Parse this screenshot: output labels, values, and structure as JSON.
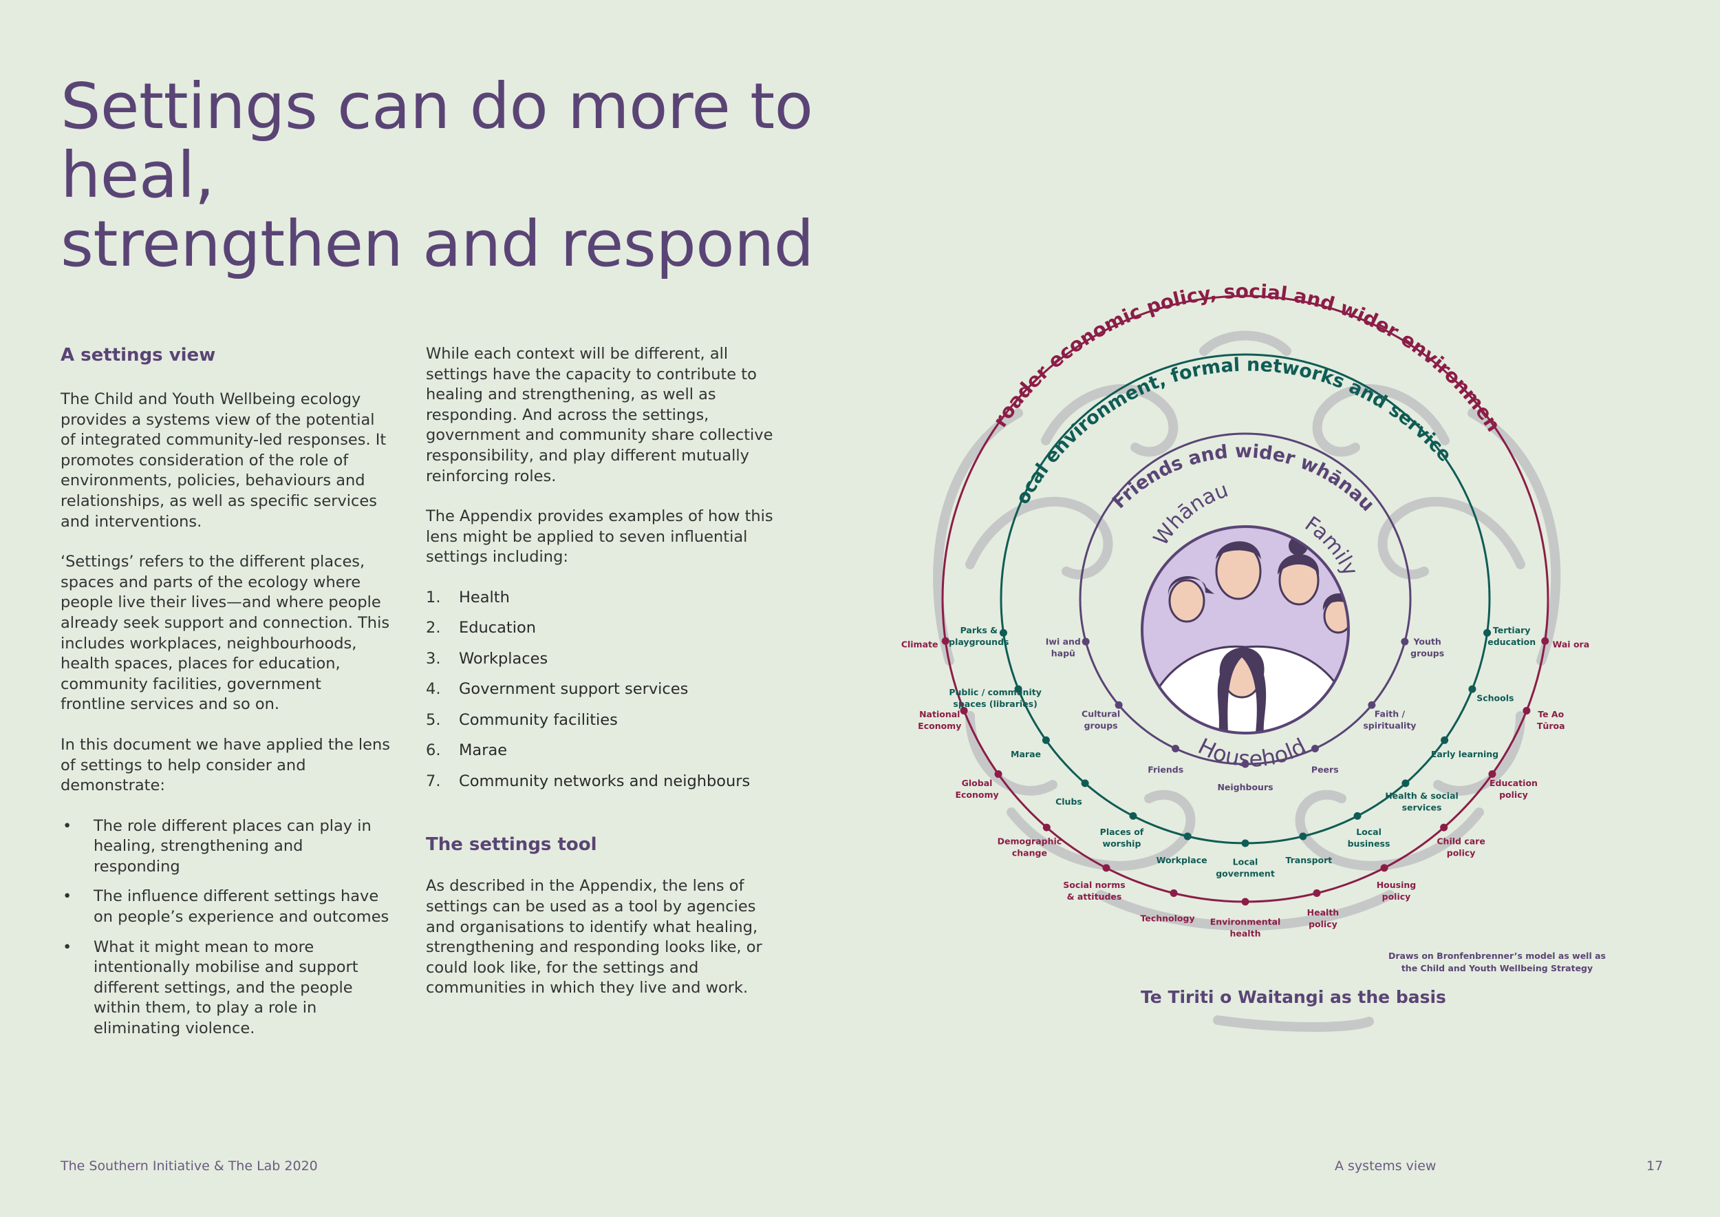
{
  "title": {
    "line1": "Settings can do more to heal,",
    "line2": "strengthen and respond"
  },
  "col1": {
    "heading": "A settings view",
    "p1": "The Child and Youth Wellbeing ecology provides a systems view of the potential of integrated community-led responses. It promotes consideration of the role of environments, policies, behaviours and relationships, as well as specific services and interventions.",
    "p2": "‘Settings’ refers to the different places, spaces and parts of the ecology where people live their lives—and where people already seek support and connection. This includes workplaces, neighbourhoods, health spaces, places for education, community facilities, government frontline services and so on.",
    "p3": "In this document we have applied the lens of settings to help consider and demonstrate:",
    "bullets": [
      "The role different places can play in healing, strengthening and responding",
      "The influence different settings have on people’s experience and outcomes",
      "What it might mean to more intentionally mobilise and support different settings, and the people within them, to play a role in eliminating violence."
    ]
  },
  "col2": {
    "p1": "While each context will be different, all settings have the capacity to contribute to healing and strengthening, as well as responding. And across the settings, government and community share collective responsibility, and play different mutually reinforcing roles.",
    "p2": "The Appendix provides examples of how this lens might be applied to seven influential settings including:",
    "list": [
      {
        "num": "1.",
        "text": "Health"
      },
      {
        "num": "2.",
        "text": "Education"
      },
      {
        "num": "3.",
        "text": "Workplaces"
      },
      {
        "num": "4.",
        "text": "Government support services"
      },
      {
        "num": "5.",
        "text": "Community facilities"
      },
      {
        "num": "6.",
        "text": "Marae"
      },
      {
        "num": "7.",
        "text": "Community networks and neighbours"
      }
    ],
    "heading2": "The settings tool",
    "p3": "As described in the Appendix, the lens of settings can be used as a tool by agencies and organisations to identify what healing, strengthening and responding looks like, or could look like, for the settings and communities in which they live and work."
  },
  "diagram": {
    "colors": {
      "outer": "#8b1d47",
      "middle": "#0f5c55",
      "inner": "#5a4475",
      "core_fill": "#d3c3e4",
      "motif": "#c6c8c8"
    },
    "ring_titles": {
      "outer": "Broader economic policy, social and wider environment",
      "middle": "Local environment, formal networks and services",
      "inner": "Friends and wider whānau"
    },
    "core_labels": {
      "whanau": "Whānau",
      "family": "Family",
      "household": "Household"
    },
    "outer_nodes": [
      {
        "name": "climate",
        "lines": [
          "Climate"
        ]
      },
      {
        "name": "national-economy",
        "lines": [
          "National",
          "Economy"
        ]
      },
      {
        "name": "global-economy",
        "lines": [
          "Global",
          "Economy"
        ]
      },
      {
        "name": "demographic-change",
        "lines": [
          "Demographic",
          "change"
        ]
      },
      {
        "name": "social-norms",
        "lines": [
          "Social norms",
          "& attitudes"
        ]
      },
      {
        "name": "technology",
        "lines": [
          "Technology"
        ]
      },
      {
        "name": "environmental-health",
        "lines": [
          "Environmental",
          "health"
        ]
      },
      {
        "name": "health-policy",
        "lines": [
          "Health",
          "policy"
        ]
      },
      {
        "name": "housing-policy",
        "lines": [
          "Housing",
          "policy"
        ]
      },
      {
        "name": "child-care-policy",
        "lines": [
          "Child care",
          "policy"
        ]
      },
      {
        "name": "education-policy",
        "lines": [
          "Education",
          "policy"
        ]
      },
      {
        "name": "te-ao-turoa",
        "lines": [
          "Te Ao",
          "Tūroa"
        ]
      },
      {
        "name": "wai-ora",
        "lines": [
          "Wai ora"
        ]
      }
    ],
    "middle_nodes": [
      {
        "name": "parks-playgrounds",
        "lines": [
          "Parks &",
          "playgrounds"
        ]
      },
      {
        "name": "public-community-spaces",
        "lines": [
          "Public / community",
          "spaces (libraries)"
        ]
      },
      {
        "name": "marae",
        "lines": [
          "Marae"
        ]
      },
      {
        "name": "clubs",
        "lines": [
          "Clubs"
        ]
      },
      {
        "name": "places-of-worship",
        "lines": [
          "Places of",
          "worship"
        ]
      },
      {
        "name": "workplace",
        "lines": [
          "Workplace"
        ]
      },
      {
        "name": "local-government",
        "lines": [
          "Local",
          "government"
        ]
      },
      {
        "name": "transport",
        "lines": [
          "Transport"
        ]
      },
      {
        "name": "local-business",
        "lines": [
          "Local",
          "business"
        ]
      },
      {
        "name": "health-social-services",
        "lines": [
          "Health & social",
          "services"
        ]
      },
      {
        "name": "early-learning",
        "lines": [
          "Early learning"
        ]
      },
      {
        "name": "schools",
        "lines": [
          "Schools"
        ]
      },
      {
        "name": "tertiary-education",
        "lines": [
          "Tertiary",
          "education"
        ]
      }
    ],
    "inner_nodes": [
      {
        "name": "iwi-hapu",
        "lines": [
          "Iwi and",
          "hapū"
        ]
      },
      {
        "name": "cultural-groups",
        "lines": [
          "Cultural",
          "groups"
        ]
      },
      {
        "name": "friends",
        "lines": [
          "Friends"
        ]
      },
      {
        "name": "neighbours",
        "lines": [
          "Neighbours"
        ]
      },
      {
        "name": "peers",
        "lines": [
          "Peers"
        ]
      },
      {
        "name": "faith-spirituality",
        "lines": [
          "Faith /",
          "spirituality"
        ]
      },
      {
        "name": "youth-groups",
        "lines": [
          "Youth",
          "groups"
        ]
      }
    ],
    "note": [
      "Draws on Bronfenbrenner’s model as well as",
      "the Child and Youth Wellbeing Strategy"
    ],
    "basis": "Te Tiriti o Waitangi as the basis"
  },
  "footer": {
    "left": "The Southern Initiative & The Lab 2020",
    "section": "A systems view",
    "page": "17"
  }
}
